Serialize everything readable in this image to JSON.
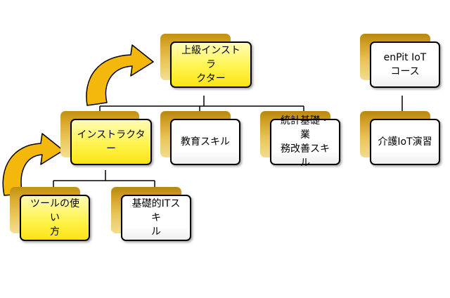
{
  "nodes": {
    "senior_instructor": {
      "label": "上級インストラ\nクター",
      "style": "yellow"
    },
    "instructor": {
      "label": "インストラクター",
      "style": "yellow"
    },
    "education_skill": {
      "label": "教育スキル",
      "style": "white"
    },
    "stats_business_skill": {
      "label": "統計基礎・業\n務改善スキル",
      "style": "white"
    },
    "tool_usage": {
      "label": "ツールの使い\n方",
      "style": "yellow"
    },
    "basic_it_skill": {
      "label": "基礎的ITスキ\nル",
      "style": "white"
    },
    "enpit_iot_course": {
      "label": "enPit IoT\nコース",
      "style": "white"
    },
    "care_iot_exercise": {
      "label": "介護IoT演習",
      "style": "white"
    }
  },
  "colors": {
    "arrow_fill": "#f3b80b",
    "node_back": "#d6a62e",
    "node_yellow": "#fff44e",
    "node_white": "#ffffff",
    "border": "#000000"
  }
}
